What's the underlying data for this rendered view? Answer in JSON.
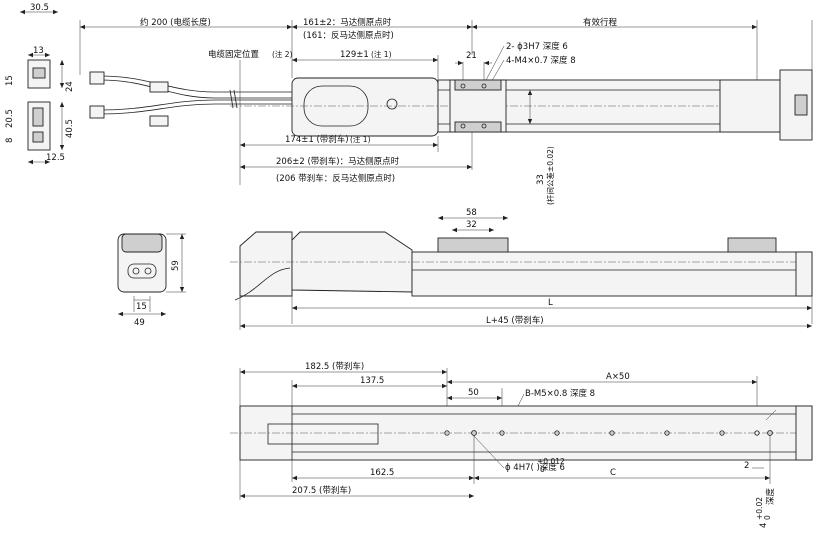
{
  "top_view": {
    "len_cable": "约 200 (电缆长度)",
    "motor_origin_1": "161±2：马达侧原点时",
    "motor_origin_2": "(161：反马达侧原点时)",
    "stroke": "有效行程",
    "cable_fix": "电缆固定位置",
    "cable_fix_note": "(注 2)",
    "dim_129": "129±1",
    "dim_129_note": "(注 1)",
    "dim_21": "21",
    "hole_1": "2- ϕ3H7 深度 6",
    "hole_2": "4-M4×0.7 深度 8",
    "dim_174": "174±1 (带刹车)",
    "dim_174_note": "(注 1)",
    "dim_206_1": "206±2 (带刹车)：马达侧原点时",
    "dim_206_2": "(206 带刹车：反马达侧原点时)",
    "dim_33": "33",
    "dim_33_note": "(杆间公差±0.02)"
  },
  "connector": {
    "w_305": "30.5",
    "w_13": "13",
    "h_15": "15",
    "h_24": "24",
    "h_205": "20.5",
    "h_8": "8",
    "h_405": "40.5",
    "w_125": "12.5"
  },
  "end_view": {
    "h_59": "59",
    "w_15": "15",
    "w_49": "49"
  },
  "side_view": {
    "w_58": "58",
    "w_32": "32",
    "len_L": "L",
    "len_L45": "L+45 (带刹车)"
  },
  "bottom_view": {
    "dim_1825": "182.5 (带刹车)",
    "dim_1375": "137.5",
    "dim_50": "50",
    "pitch": "A×50",
    "tap": "B-M5×0.8 深度 8",
    "pin_hole": "ϕ 4H7(  )深度 6",
    "pin_tol_hi": "+0.012",
    "pin_tol_lo": "0",
    "dim_1625": "162.5",
    "len_C": "C",
    "dim_2075": "207.5 (带刹车)",
    "dim_2": "2",
    "depth": "深度",
    "depth_4": "4",
    "depth_tol_hi": "+0.02",
    "depth_tol_lo": "0"
  },
  "colors": {
    "line": "#222222",
    "part_fill": "#f4f4f4",
    "dark_fill": "#cfcfcf"
  }
}
